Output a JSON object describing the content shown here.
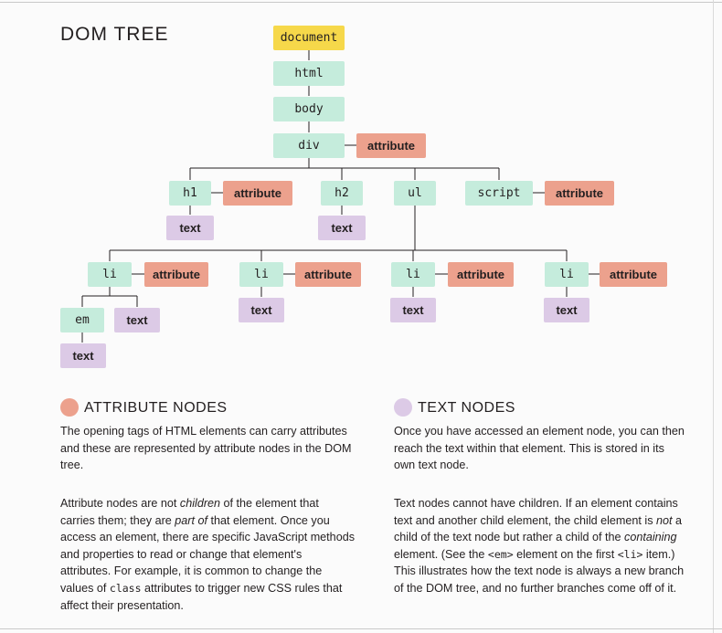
{
  "title": "DOM TREE",
  "colors": {
    "element_node": "#c5ecdc",
    "document_node": "#f6d84a",
    "attribute_node": "#eca18d",
    "text_node": "#dccae6"
  },
  "tree": {
    "document": "document",
    "html": "html",
    "body": "body",
    "div": "div",
    "div_attr": "attribute",
    "h1": "h1",
    "h1_attr": "attribute",
    "h1_text": "text",
    "h2": "h2",
    "h2_text": "text",
    "ul": "ul",
    "script": "script",
    "script_attr": "attribute",
    "li": [
      {
        "label": "li",
        "attr": "attribute",
        "text": "text"
      },
      {
        "label": "li",
        "attr": "attribute",
        "text": "text"
      },
      {
        "label": "li",
        "attr": "attribute",
        "text": "text"
      },
      {
        "label": "li",
        "attr": "attribute",
        "text": "text"
      }
    ],
    "em": "em",
    "em_text": "text"
  },
  "attribute_section": {
    "heading": "ATTRIBUTE NODES",
    "p1": "The opening tags of HTML elements can carry attributes and these are represented by attribute nodes in the DOM tree.",
    "p2_a": "Attribute nodes are not ",
    "p2_em1": "children",
    "p2_b": " of the element that carries them; they are ",
    "p2_em2": "part of",
    "p2_c": " that element. Once you access an element, there are specific JavaScript methods and properties to read or change that element's attributes. For example, it is common to change the values of ",
    "p2_code": "class",
    "p2_d": " attributes to trigger new CSS rules that affect their presentation."
  },
  "text_section": {
    "heading": "TEXT NODES",
    "p1": "Once you have accessed an element node, you can then reach the text within that element. This is stored in its own text node.",
    "p2_a": "Text nodes cannot have children. If an element contains text and another child element, the child element is ",
    "p2_em1": "not",
    "p2_b": " a child of the text node but rather a child of the ",
    "p2_em2": "containing",
    "p2_c": " element. (See the ",
    "p2_code1": "<em>",
    "p2_d": " element on the first ",
    "p2_code2": "<li>",
    "p2_e": " item.) This illustrates how the text node is always a new branch of the DOM tree, and no further branches come off of it."
  }
}
